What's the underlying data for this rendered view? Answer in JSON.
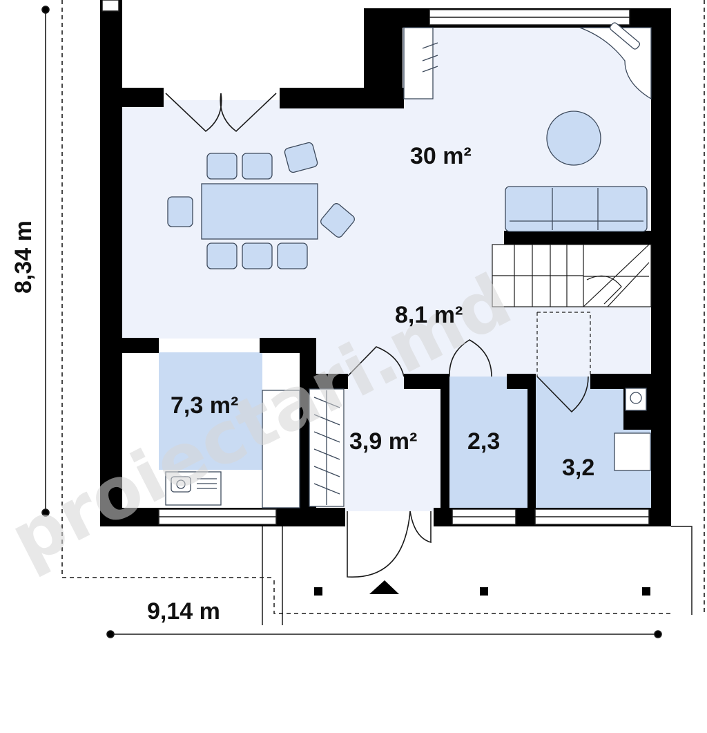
{
  "plan": {
    "rooms": [
      {
        "id": "living",
        "area": "30 m²"
      },
      {
        "id": "hall",
        "area": "8,1 m²"
      },
      {
        "id": "kitchen",
        "area": "7,3 m²"
      },
      {
        "id": "entry",
        "area": "3,9 m²"
      },
      {
        "id": "wc",
        "area": "2,3"
      },
      {
        "id": "bath",
        "area": "3,2"
      }
    ],
    "dimensions": {
      "depth": "8,34 m",
      "width": "9,14 m"
    },
    "watermark": "proiectari.md",
    "colors": {
      "wall": "#000000",
      "room_fill": "#eef2fb",
      "wet_fill": "#c9dbf3",
      "furniture": "#c9dbf3",
      "line": "#1a1a1a"
    }
  }
}
